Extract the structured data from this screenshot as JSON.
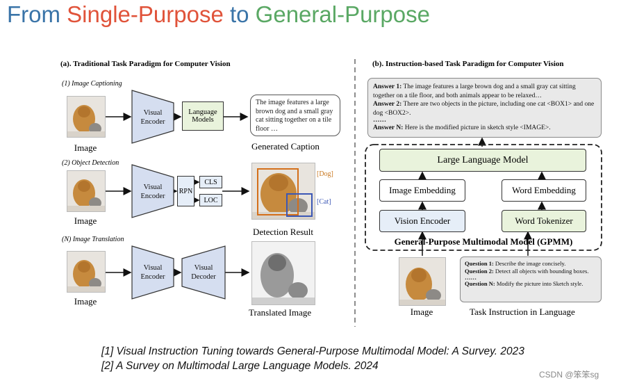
{
  "title": {
    "part1": "From ",
    "part2": "Single-Purpose",
    "part3": " to ",
    "part4": "General-Purpose",
    "colors": {
      "part1": "#3a74a8",
      "part2": "#e0533a",
      "part3": "#3a74a8",
      "part4": "#5aa864"
    }
  },
  "left": {
    "title": "(a). Traditional Task Paradigm for Computer Vision",
    "captioning": {
      "section": "(1) Image Captioning",
      "image_label": "Image",
      "encoder": "Visual Encoder",
      "language_models": "Language Models",
      "caption": "The image features a large brown dog and a small gray cat sitting together on a tile floor …",
      "output_label": "Generated Caption"
    },
    "detection": {
      "section": "(2) Object Detection",
      "image_label": "Image",
      "encoder": "Visual Encoder",
      "rpn": "RPN",
      "cls": "CLS",
      "loc": "LOC",
      "dog_tag": "[Dog]",
      "cat_tag": "[Cat]",
      "output_label": "Detection Result"
    },
    "translation": {
      "section": "(N) Image Translation",
      "image_label": "Image",
      "encoder": "Visual Encoder",
      "decoder": "Visual Decoder",
      "output_label": "Translated Image"
    }
  },
  "right": {
    "title": "(b). Instruction-based Task Paradigm for Computer Vision",
    "answers": {
      "a1_label": "Answer 1:",
      "a1_text": " The image features a large brown dog and a small gray cat sitting together on a tile floor, and both animals appear to be relaxed…",
      "a2_label": "Answer 2:",
      "a2_text": " There are two objects in the picture, including one cat <BOX1> and one dog <BOX2>.",
      "dots": "……",
      "aN_label": "Answer N:",
      "aN_text": " Here is the modified picture in sketch style <IMAGE>."
    },
    "llm": "Large Language Model",
    "image_embedding": "Image Embedding",
    "word_embedding": "Word Embedding",
    "vision_encoder": "Vision Encoder",
    "word_tokenizer": "Word Tokenizer",
    "gpmm": "General-Purpose Multimodal Model (GPMM)",
    "image_label": "Image",
    "questions": {
      "q1_label": "Question 1:",
      "q1_text": " Describe the image concisely.",
      "q2_label": "Question 2:",
      "q2_text": " Detect all objects with bounding boxes.",
      "dots": "……",
      "qN_label": "Question N:",
      "qN_text": " Modify the picture into Sketch style."
    },
    "instruction_label": "Task Instruction in Language"
  },
  "references": [
    "[1] Visual Instruction Tuning towards General-Purpose Multimodal Model: A Survey. 2023",
    "[2] A Survey on Multimodal Large Language Models. 2024"
  ],
  "watermark": "CSDN @笨笨sg"
}
